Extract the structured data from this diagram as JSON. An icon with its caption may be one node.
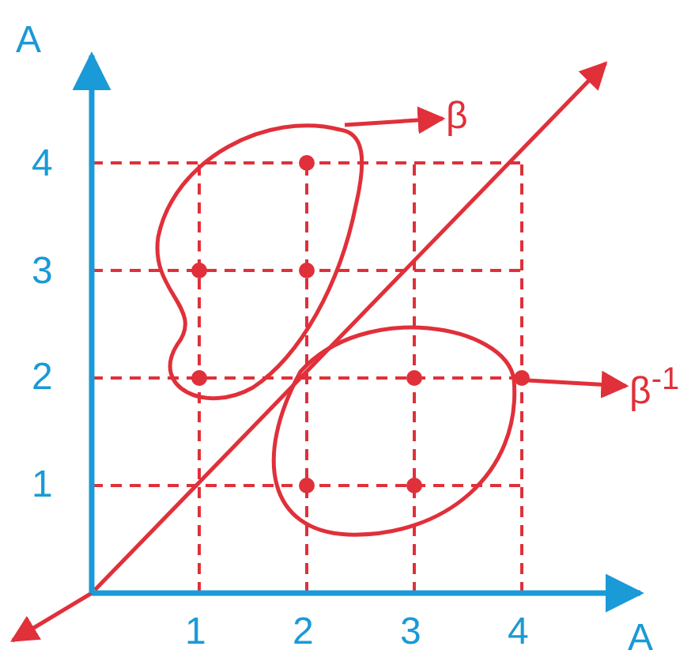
{
  "diagram": {
    "nodes": [
      {
        "text": [
          "β"
        ]
      },
      {
        "text": [
          "β$^{-1}$"
        ]
      },
      {
        "text": [],
        "shape": "cloud"
      },
      {
        "text": [],
        "shape": "cloud"
      }
    ],
    "edges": [
      {
        "from": 2,
        "to": 0,
        "arrow": "to"
      },
      {
        "from": 3,
        "to": 1,
        "arrow": "to"
      }
    ],
    "labels": [
      "A",
      "4",
      "3",
      "2",
      "1",
      "1",
      "2",
      "3",
      "4",
      "A"
    ]
  }
}
